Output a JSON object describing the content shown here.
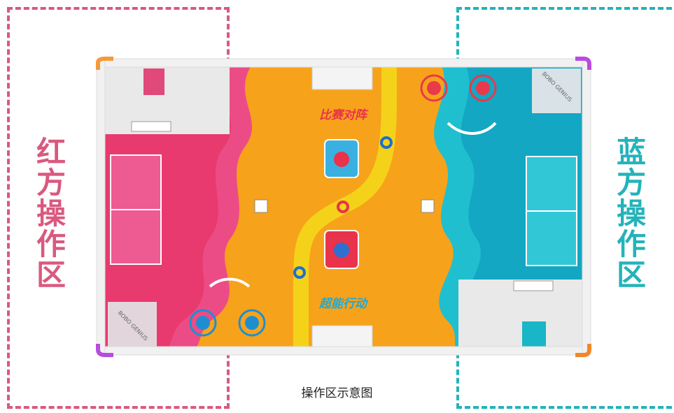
{
  "zones": {
    "red": {
      "label": "红方操作区",
      "color": "#d9597f"
    },
    "blue": {
      "label": "蓝方操作区",
      "color": "#24b3ba"
    }
  },
  "field": {
    "top_banner": "比赛对阵",
    "bottom_banner": "超能行动",
    "corner_logo": "BOBO GENIUS",
    "colors": {
      "pink": "#ec4c86",
      "orange": "#f7a21b",
      "cyan": "#1fbfd0",
      "yellow": "#f5d21a",
      "wall": "#f1f1f1"
    }
  },
  "caption": "操作区示意图"
}
